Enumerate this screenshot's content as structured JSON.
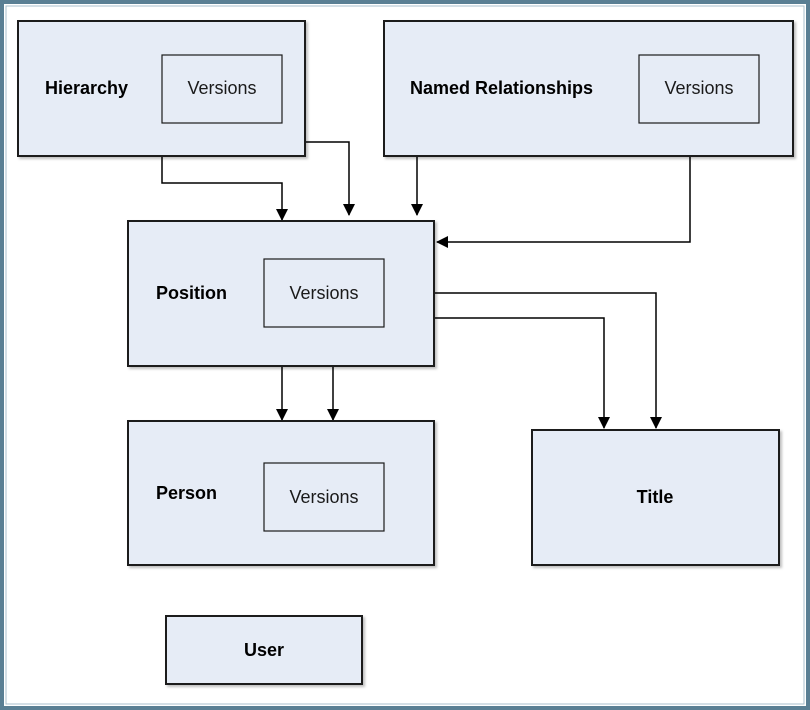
{
  "diagram": {
    "entities": {
      "hierarchy": {
        "label": "Hierarchy",
        "versions_label": "Versions"
      },
      "named_relationships": {
        "label": "Named Relationships",
        "versions_label": "Versions"
      },
      "position": {
        "label": "Position",
        "versions_label": "Versions"
      },
      "person": {
        "label": "Person",
        "versions_label": "Versions"
      },
      "title": {
        "label": "Title"
      },
      "user": {
        "label": "User"
      }
    },
    "relationships": [
      {
        "from": "hierarchy",
        "to": "position"
      },
      {
        "from": "hierarchy.versions",
        "to": "position"
      },
      {
        "from": "named_relationships",
        "to": "position"
      },
      {
        "from": "named_relationships.versions",
        "to": "position"
      },
      {
        "from": "position",
        "to": "person"
      },
      {
        "from": "position.versions",
        "to": "person"
      },
      {
        "from": "position",
        "to": "title"
      },
      {
        "from": "position.versions",
        "to": "title"
      }
    ],
    "colors": {
      "frame_border": "#5a7f94",
      "box_fill": "#e6ecf6",
      "box_stroke": "#1a1a1a",
      "arrow": "#000000"
    }
  }
}
